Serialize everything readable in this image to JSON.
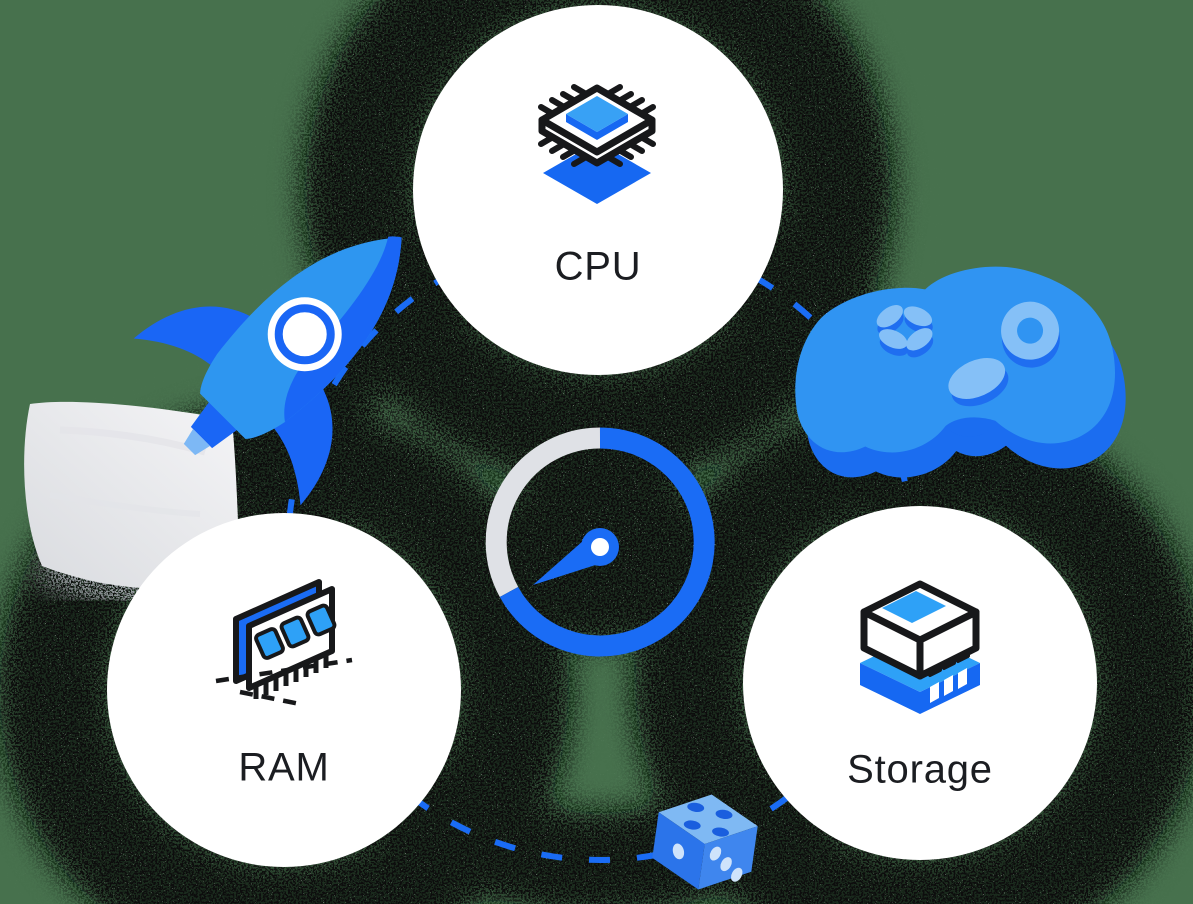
{
  "nodes": [
    {
      "id": "cpu",
      "label": "CPU"
    },
    {
      "id": "ram",
      "label": "RAM"
    },
    {
      "id": "storage",
      "label": "Storage"
    }
  ],
  "icons": {
    "cpu": "cpu-chip-icon",
    "ram": "ram-stick-icon",
    "storage": "storage-chip-icon",
    "center": "speedometer-gauge-icon",
    "top_left": "rocket-icon",
    "top_right": "gamepad-icon",
    "bottom": "dice-icon"
  },
  "gauge": {
    "blue_arc_degrees": 240,
    "gray_arc_degrees": 120
  },
  "colors": {
    "background_green": "#47714d",
    "halo_black": "#0a0f0b",
    "circle_white": "#ffffff",
    "royal_blue": "#1a6cf5",
    "bright_blue": "#1668f2",
    "sky_blue": "#2ea1f7",
    "light_blue": "#85c0f7",
    "body_blue": "#3094f2",
    "gauge_gray": "#dfe1e6",
    "label_text": "#1b1d21"
  }
}
